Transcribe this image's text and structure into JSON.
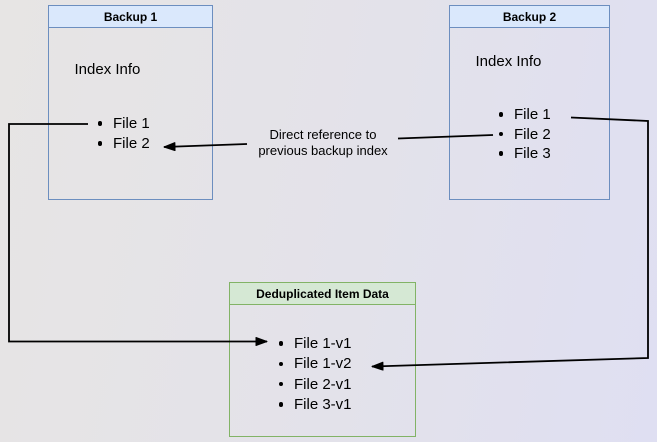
{
  "colors": {
    "canvas_bg_left": "#e7e5e4",
    "canvas_bg_right": "#dfdff2",
    "blue_fill": "#dae8fc",
    "blue_border": "#6c8ebf",
    "green_fill": "#d5e8d4",
    "green_border": "#82b366",
    "connector": "#000000"
  },
  "backup1": {
    "title": "Backup 1",
    "section_label": "Index Info",
    "files": [
      "File 1",
      "File 2"
    ]
  },
  "backup2": {
    "title": "Backup 2",
    "section_label": "Index Info",
    "files": [
      "File 1",
      "File 2",
      "File 3"
    ]
  },
  "dedup": {
    "title": "Deduplicated Item Data",
    "items": [
      "File 1-v1",
      "File 1-v2",
      "File 2-v1",
      "File 3-v1"
    ]
  },
  "edge_label": {
    "line1": "Direct reference to",
    "line2": "previous backup index"
  }
}
